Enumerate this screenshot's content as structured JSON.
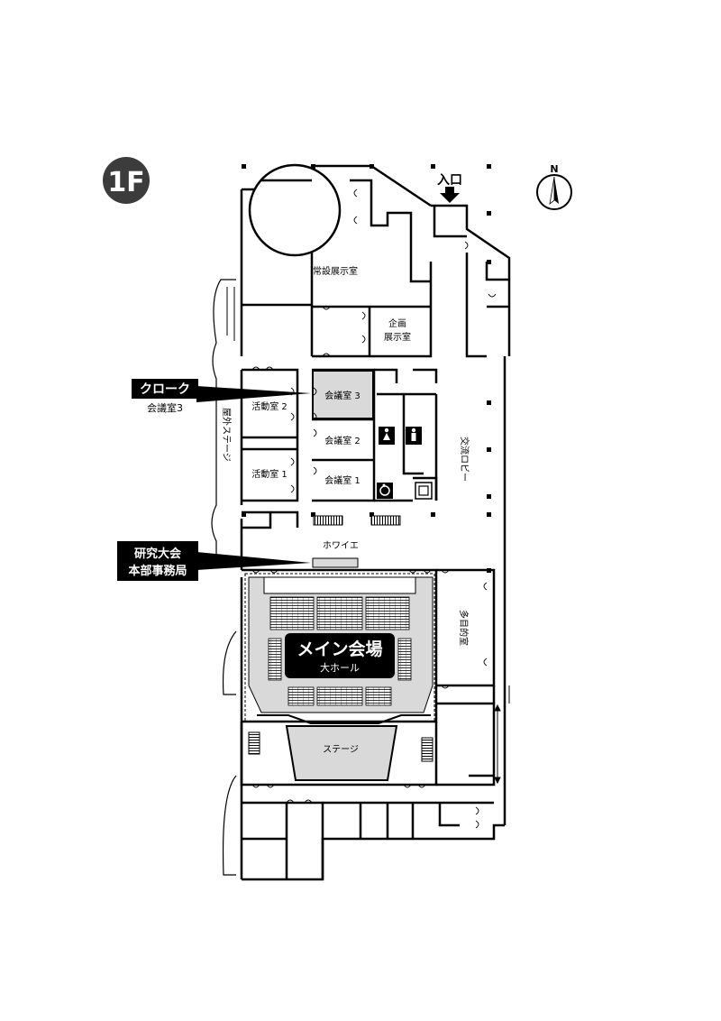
{
  "floor_badge": "1F",
  "compass": {
    "label": "N"
  },
  "entrance": {
    "label": "入口"
  },
  "rooms": {
    "permanent_exhibit": "常設展示室",
    "special_exhibit_1": "企画",
    "special_exhibit_2": "展示室",
    "activity_2": "活動室 2",
    "activity_1": "活動室 1",
    "conference_3": "会議室 3",
    "conference_2": "会議室 2",
    "conference_1": "会議室 1",
    "outdoor_stage": "屋外ステージ",
    "exchange_lobby": "交流ロビー",
    "foyer": "ホワイエ",
    "multipurpose": "多目的室",
    "stage": "ステージ"
  },
  "callouts": {
    "cloak_title": "クローク",
    "cloak_sub": "会議室3",
    "hq_line1": "研究大会",
    "hq_line2": "本部事務局"
  },
  "main_hall": {
    "title": "メイン会場",
    "subtitle": "大ホール"
  },
  "colors": {
    "highlight_fill": "#d9d9d9",
    "badge": "#3c3c3c",
    "line": "#000000"
  }
}
